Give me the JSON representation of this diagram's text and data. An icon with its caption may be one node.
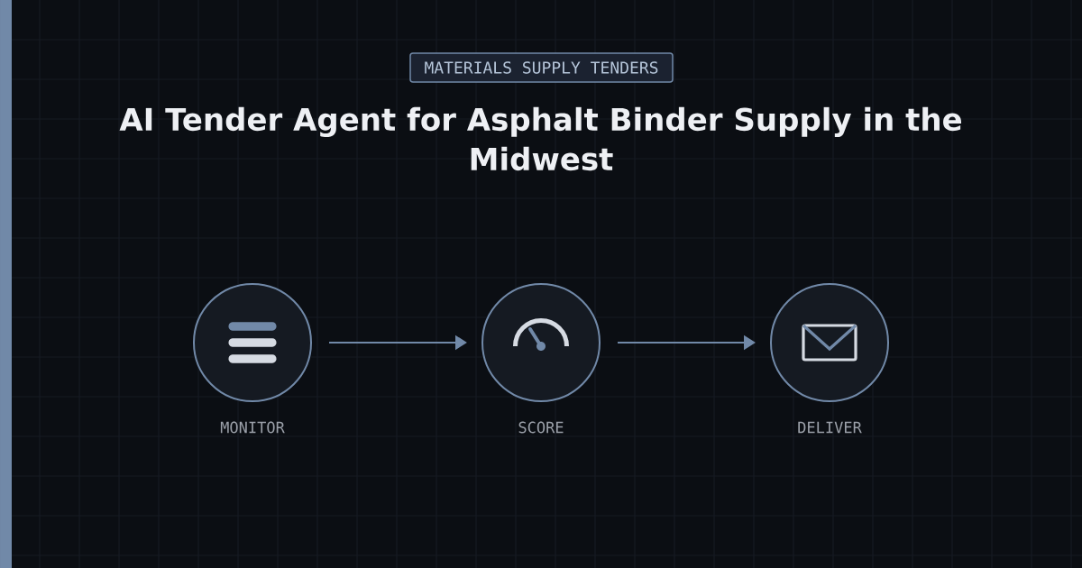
{
  "diagram": {
    "title": "AI Tender Agent for Asphalt Binder Supply in the Midwest",
    "nodes": [
      {
        "text": [
          "MATERIALS SUPPLY TENDERS"
        ]
      },
      {
        "text": [],
        "shape": "circle",
        "beside": [
          "MONITOR"
        ]
      },
      {
        "text": [],
        "shape": "circle",
        "beside": [
          "SCORE"
        ]
      },
      {
        "text": [],
        "shape": "circle",
        "beside": [
          "DELIVER"
        ]
      }
    ],
    "edges": [
      {
        "from": 1,
        "to": 2,
        "arrow": "to"
      },
      {
        "from": 2,
        "to": 3,
        "arrow": "to"
      }
    ]
  }
}
